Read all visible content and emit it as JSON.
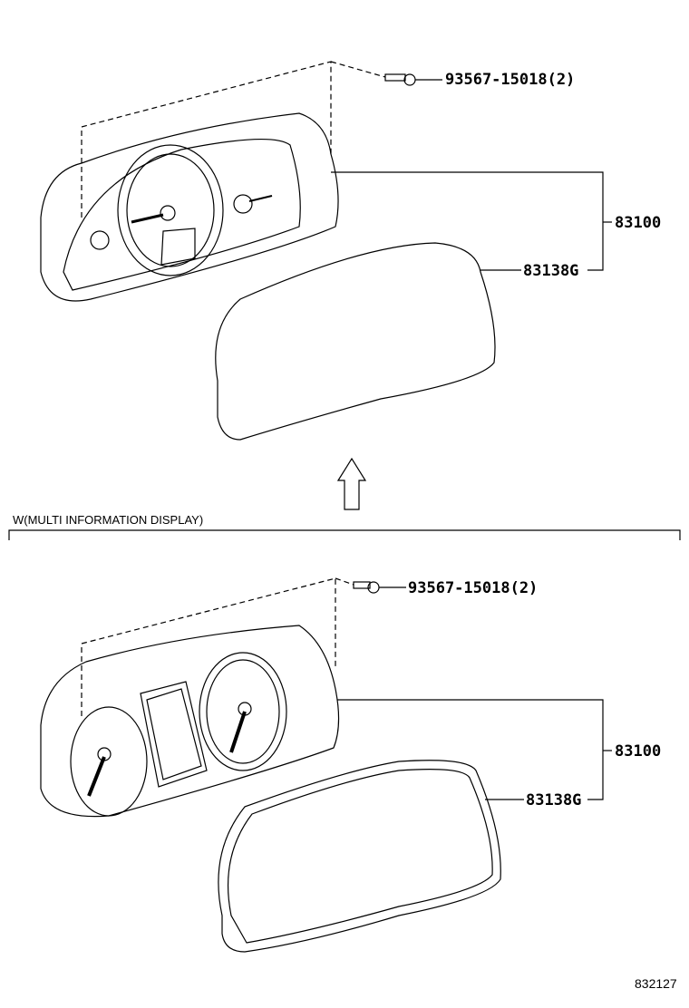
{
  "top": {
    "bolt_part": "93567-15018(2)",
    "meter_assy_part": "83100",
    "glass_part": "83138G"
  },
  "section": {
    "title": "W(MULTI INFORMATION DISPLAY)"
  },
  "bottom": {
    "bolt_part": "93567-15018(2)",
    "meter_assy_part": "83100",
    "glass_part": "83138G"
  },
  "illustration_code": "832127"
}
